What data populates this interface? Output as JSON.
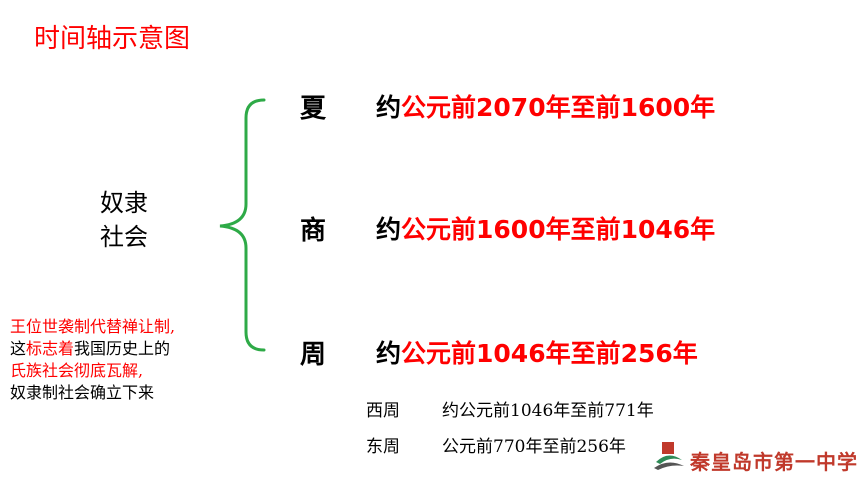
{
  "title": "时间轴示意图",
  "category": {
    "line1": "奴隶",
    "line2": "社会"
  },
  "dynasties": [
    {
      "name": "夏",
      "prefix": "约",
      "range": "公元前2070年至前1600年"
    },
    {
      "name": "商",
      "prefix": "约",
      "range": "公元前1600年至前1046年"
    },
    {
      "name": "周",
      "prefix": "约",
      "range": "公元前1046年至前256年"
    }
  ],
  "note": {
    "line1": "王位世袭制代替禅让制,",
    "line2_a": "这",
    "line2_b": "标志着",
    "line2_c": "我国历史上的",
    "line3": "氏族社会彻底瓦解,",
    "line4": "奴隶制社会确立下来"
  },
  "zhou_periods": [
    {
      "name": "西周",
      "range": "约公元前1046年至前771年"
    },
    {
      "name": "东周",
      "range": "公元前770年至前256年"
    }
  ],
  "logo_text": "秦皇岛市第一中学",
  "colors": {
    "accent": "#ff0000",
    "bracket": "#2eaa47",
    "logo": "#c0392b"
  }
}
